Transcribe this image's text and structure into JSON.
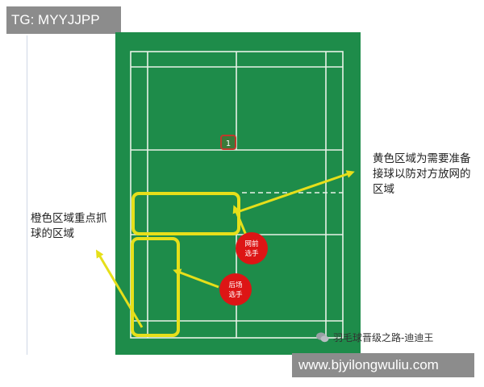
{
  "watermark_top": "TG: MYYJJPP",
  "watermark_bottom": "www.bjyilongwuliu.com",
  "court_number": "1",
  "notes": {
    "yellow_zone": "黄色区域为需要准备接球以防对方放网的区域",
    "orange_zone": "橙色区域重点抓球的区域"
  },
  "players": {
    "front": [
      "网前",
      "选手"
    ],
    "back": [
      "后场",
      "选手"
    ]
  },
  "brand_caption": "羽毛球晋级之路-迪迪王",
  "colors": {
    "court": "#1e8c4a",
    "court_lines": "#e8f2e8",
    "highlight": "#e6df1a",
    "player": "#dd1515"
  }
}
